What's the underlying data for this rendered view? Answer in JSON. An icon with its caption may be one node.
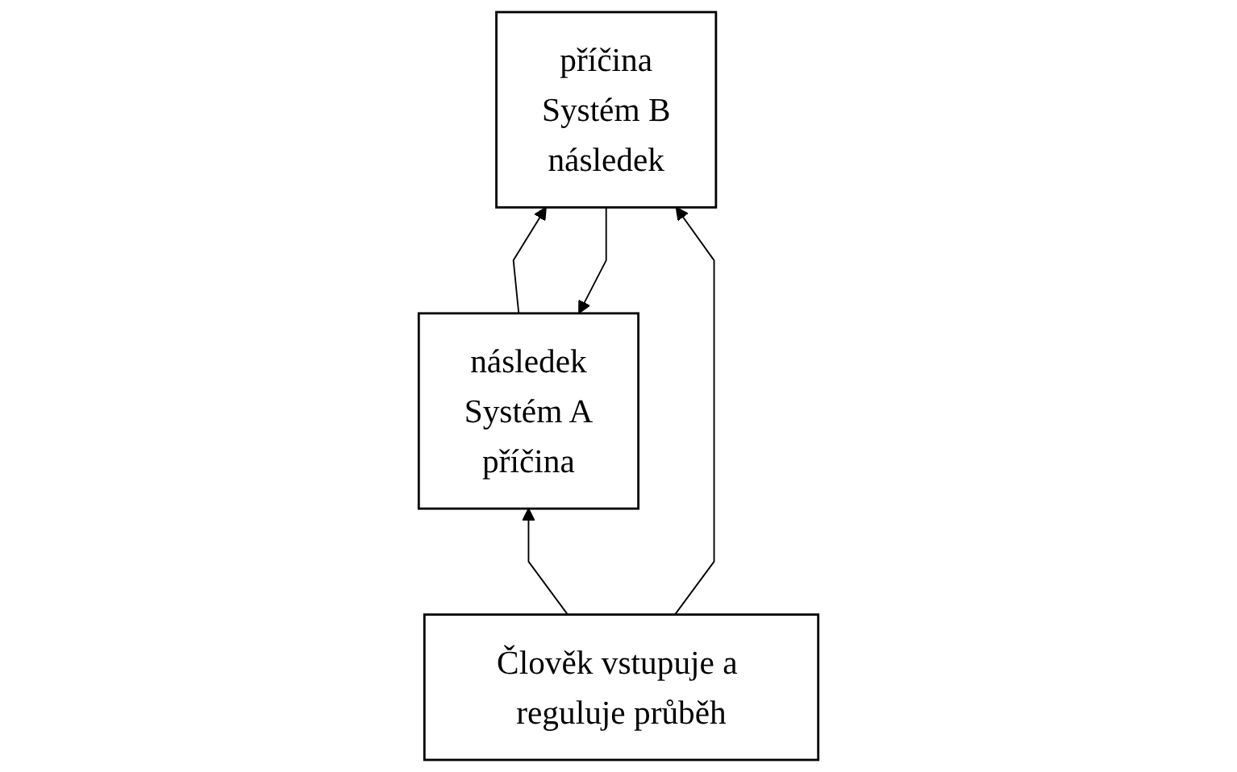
{
  "diagram": {
    "nodes": [
      {
        "text": [
          "následek",
          "Systém A",
          "příčina"
        ]
      },
      {
        "text": [
          "příčina",
          "Systém B",
          "následek"
        ]
      },
      {
        "text": [
          "Člověk vstupuje a reguluje průběh"
        ]
      }
    ],
    "edges": [
      {
        "from": 1,
        "to": 0,
        "arrow": "to"
      },
      {
        "from": 0,
        "to": 1,
        "arrow": "to"
      },
      {
        "from": 2,
        "to": 0,
        "arrow": "to"
      },
      {
        "from": 2,
        "to": 1,
        "arrow": "to"
      }
    ]
  }
}
